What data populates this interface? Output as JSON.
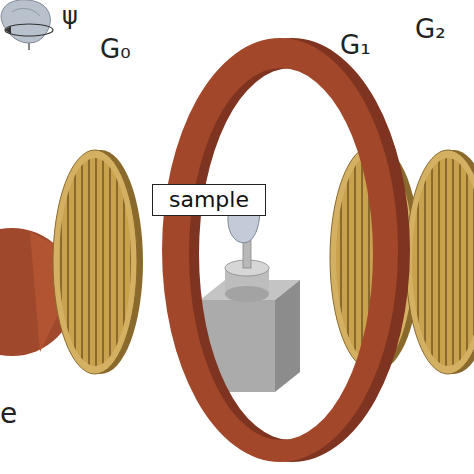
{
  "diagram": {
    "nodes": [
      {
        "text": [
          "sample"
        ]
      }
    ],
    "labels": [
      "ψ",
      "G₀",
      "G₁",
      "G₂",
      "e"
    ]
  }
}
